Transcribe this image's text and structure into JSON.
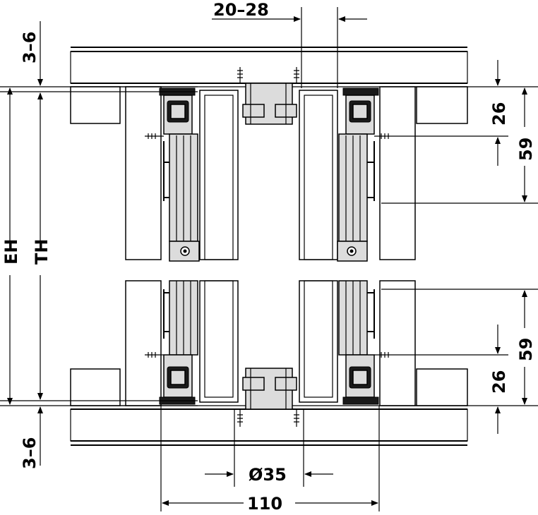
{
  "dimensions": {
    "top_gap": "20–28",
    "top_left": "3–6",
    "bottom_left": "3–6",
    "eh": "EH",
    "th": "TH",
    "right_top_small": "26",
    "right_top_large": "59",
    "right_bottom_large": "59",
    "right_bottom_small": "26",
    "diameter": "Ø35",
    "width": "110"
  },
  "colors": {
    "line": "#000000",
    "metal": "#dcdcdc",
    "background": "#ffffff"
  }
}
